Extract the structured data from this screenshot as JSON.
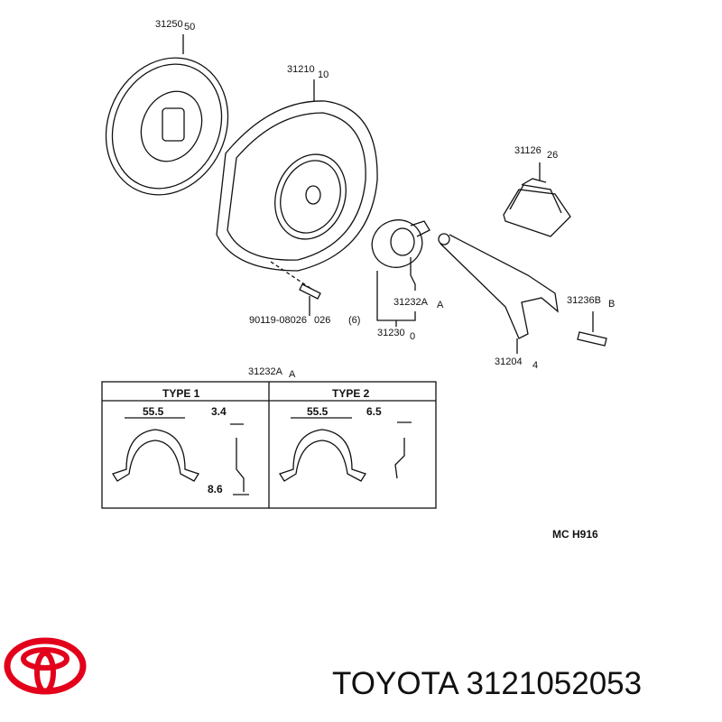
{
  "labels": {
    "disc": "31250",
    "disc_ref": "50",
    "cover": "31210",
    "cover_ref": "10",
    "boot": "31126",
    "boot_ref": "26",
    "bolt": "90119-08026",
    "bolt_ref": "026",
    "bolt_qty": "(6)",
    "clip": "31232A",
    "clip_ref": "A",
    "bearing": "31230",
    "bearing_ref": "0",
    "fork": "31204",
    "fork_ref": "4",
    "pivot": "31236B",
    "pivot_ref": "B",
    "table_title": "31232A",
    "table_title_ref": "A"
  },
  "table": {
    "type1": {
      "header": "TYPE 1",
      "width": "55.5",
      "thickness": "3.4",
      "height": "8.6"
    },
    "type2": {
      "header": "TYPE 2",
      "width": "55.5",
      "thickness": "6.5"
    }
  },
  "drawing_code": "MC  H916",
  "caption": "TOYOTA 3121052053",
  "brand": {
    "logo": "toyota-logo",
    "color": "#e3001b"
  }
}
